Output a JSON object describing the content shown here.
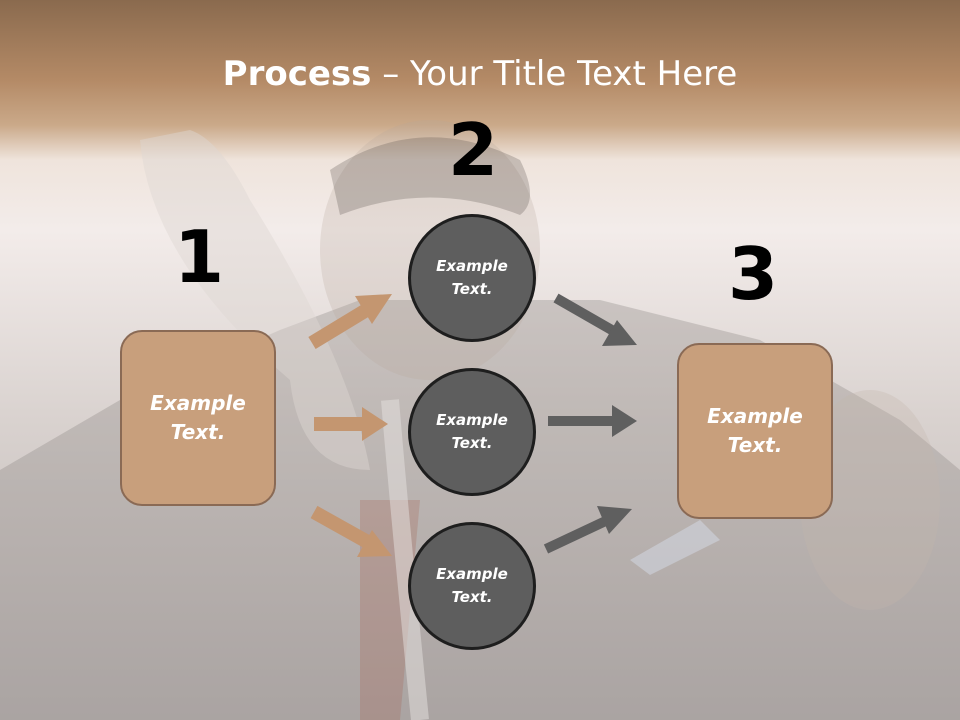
{
  "slide": {
    "title_bold": "Process",
    "title_separator": " – ",
    "title_rest": "Your Title Text Here"
  },
  "steps": [
    {
      "number": "1",
      "text": "Example Text."
    },
    {
      "number": "2",
      "items": [
        "Example Text.",
        "Example Text.",
        "Example Text."
      ]
    },
    {
      "number": "3",
      "text": "Example Text."
    }
  ],
  "colors": {
    "header_brown": "#b48a66",
    "box_fill": "#c89f7c",
    "box_border": "#8a6a55",
    "circle_fill": "#5e5e5e",
    "circle_border": "#1e1e1e",
    "arrow_tan": "#c49670",
    "arrow_gray": "#5f5f5f"
  }
}
